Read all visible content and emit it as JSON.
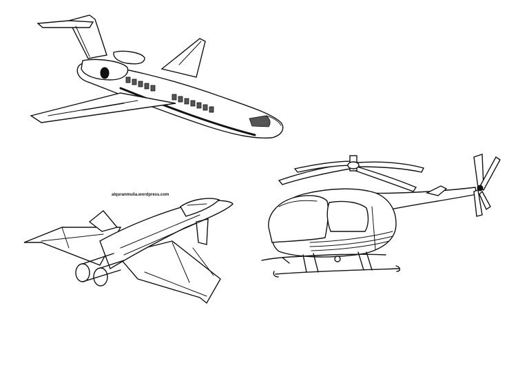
{
  "page": {
    "background": "#ffffff",
    "ink_color": "#111111"
  },
  "watermark": {
    "text": "alquranmulia.wordpress.com"
  },
  "illustrations": [
    {
      "name": "airliner-drawing"
    },
    {
      "name": "fighter-jet-drawing"
    },
    {
      "name": "helicopter-drawing"
    }
  ]
}
